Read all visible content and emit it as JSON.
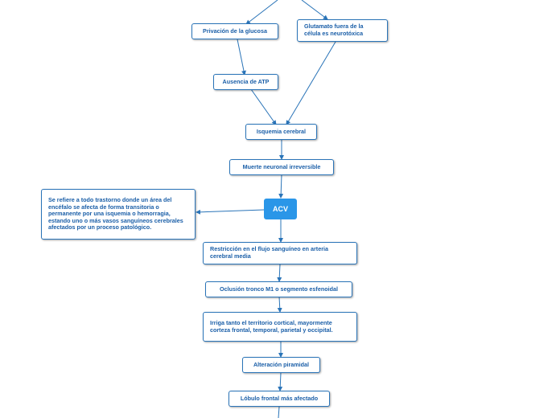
{
  "colors": {
    "accent": "#2a96e8",
    "border": "#2a74b8",
    "text": "#1b5fa8"
  },
  "nodes": {
    "privacion": "Privación de la glucosa",
    "glutamato": "Glutamato fuera de la célula es neurotóxica",
    "atp": "Ausencia de ATP",
    "isquemia": "Isquemia cerebral",
    "muerte": "Muerte neuronal irreversible",
    "acv": "ACV",
    "definicion": "Se refiere a todo trastorno donde un área del encéfalo se afecta  de forma transitoria o permanente por una isquemia o hemorragia, estando uno o más vasos sanguíneos cerebrales afectados por un proceso patológico.",
    "restriccion": "Restricción en el flujo sanguíneo en arteria cerebral media",
    "oclusion": "Oclusión tronco M1 o segmento esfenoidal",
    "irriga": "Irriga tanto el territorio cortical, mayormente corteza frontal, temporal, parietal y occipital.",
    "alteracion": "Alteración piramidal",
    "lobulo": "Lóbulo frontal más afectado"
  }
}
